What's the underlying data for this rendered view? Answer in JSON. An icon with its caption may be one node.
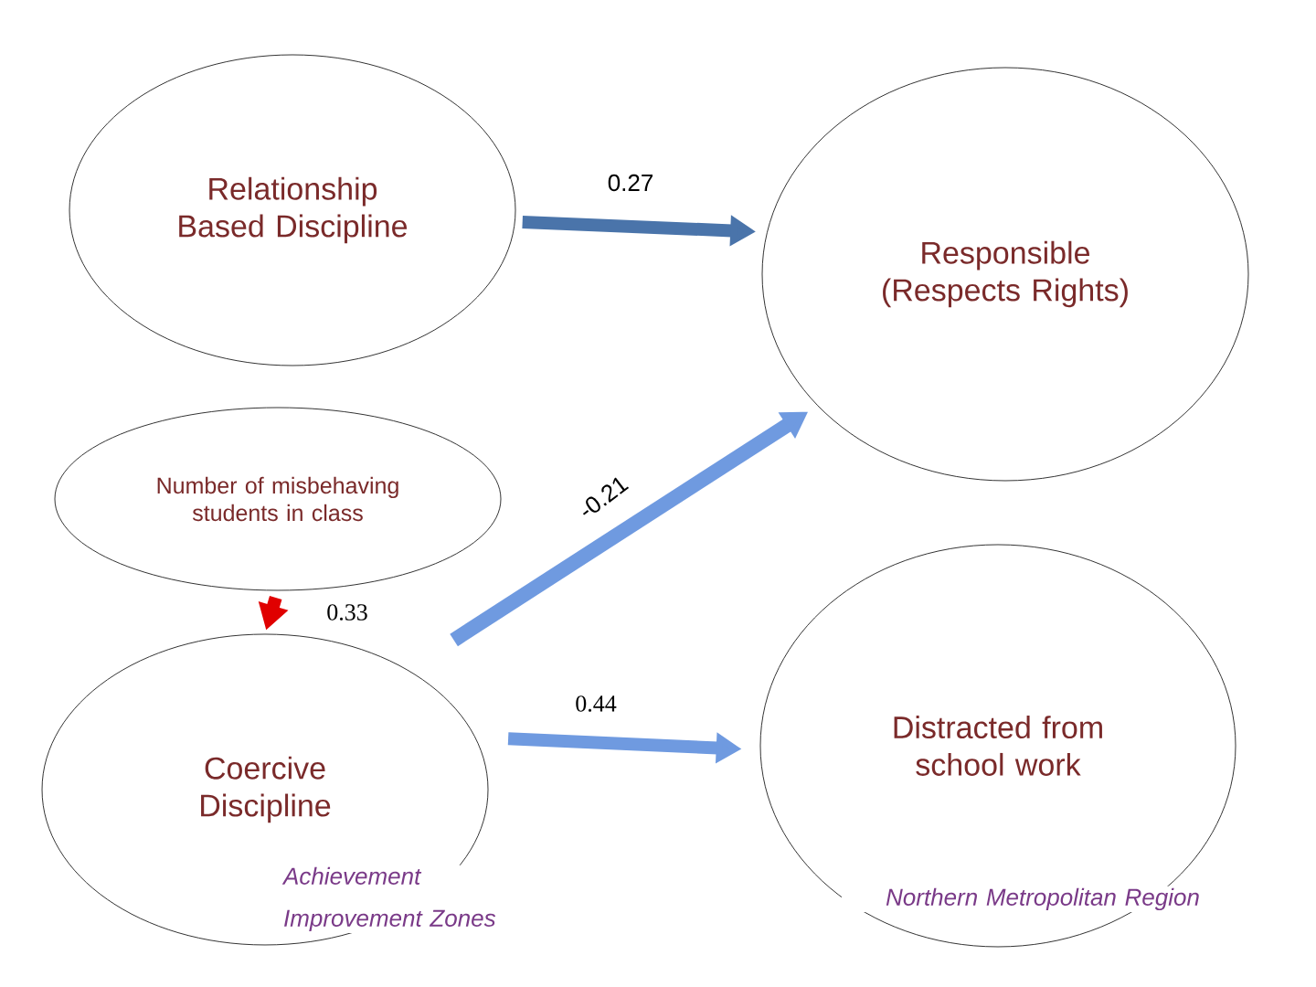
{
  "diagram": {
    "nodes": [
      {
        "text": [
          "Relationship Based Discipline"
        ]
      },
      {
        "text": [
          "Responsible (Respects Rights)"
        ]
      },
      {
        "text": [
          "Number of misbehaving students in class"
        ]
      },
      {
        "text": [
          "Coercive Discipline"
        ]
      },
      {
        "text": [
          "Distracted from school work"
        ]
      }
    ],
    "edges": [
      {
        "from": 0,
        "to": 1,
        "arrow": "to",
        "label": "0.27",
        "color": "#4a74aa"
      },
      {
        "from": 3,
        "to": 1,
        "arrow": "to",
        "label": "-0.21"
      },
      {
        "from": 2,
        "to": 3,
        "arrow": "to",
        "label": "0.33",
        "color": "#e00000"
      },
      {
        "from": 3,
        "to": 4,
        "arrow": "to",
        "label": "0.44"
      }
    ],
    "labels": [
      "Achievement Improvement Zones",
      "Northern Metropolitan Region"
    ]
  }
}
